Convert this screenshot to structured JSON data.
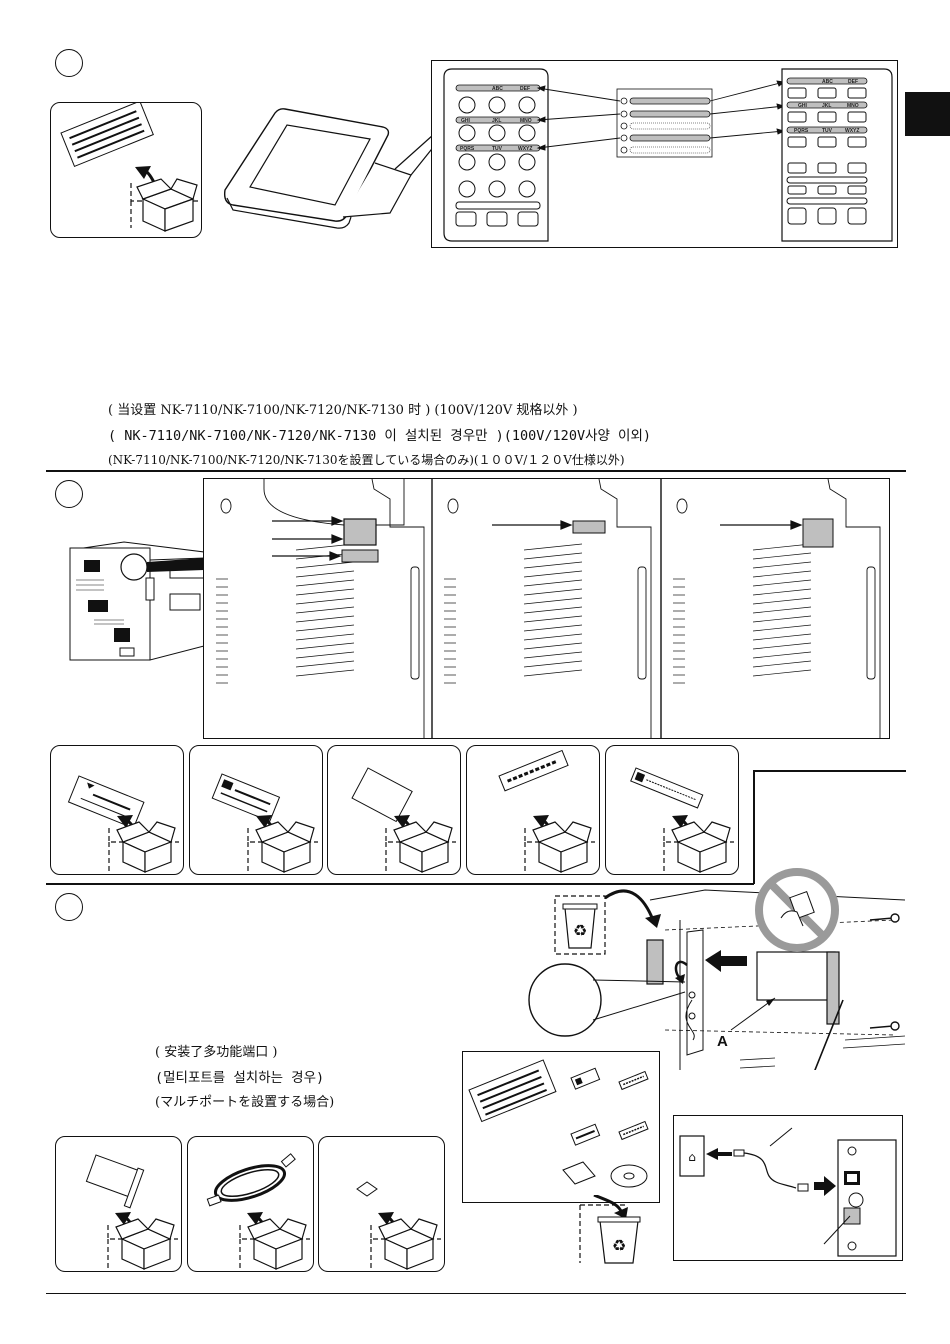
{
  "keypad": {
    "row1": [
      "ABC",
      "DEF"
    ],
    "row2": [
      "GHI",
      "JKL",
      "MNO"
    ],
    "row3": [
      "PQRS",
      "TUV",
      "WXYZ"
    ]
  },
  "notes": {
    "section2": {
      "zh": "( 当设置 NK-7110/NK-7100/NK-7120/NK-7130 时 ) (100V/120V 规格以外 )",
      "ko": "( NK-7110/NK-7100/NK-7120/NK-7130 이 설치된 경우만 )(100V/120V사양 이외)",
      "ja": "(NK-7110/NK-7100/NK-7120/NK-7130を設置している場合のみ)(１００V/１２０V仕様以外)"
    },
    "section3": {
      "zh": "( 安装了多功能端口 )",
      "ko": "(멀티포트를 설치하는 경우)",
      "ja": "(マルチポートを設置する場合)"
    }
  },
  "callout_label": "A",
  "colors": {
    "line": "#111111",
    "label_fill": "#bfbfbf",
    "tab": "#111111"
  }
}
